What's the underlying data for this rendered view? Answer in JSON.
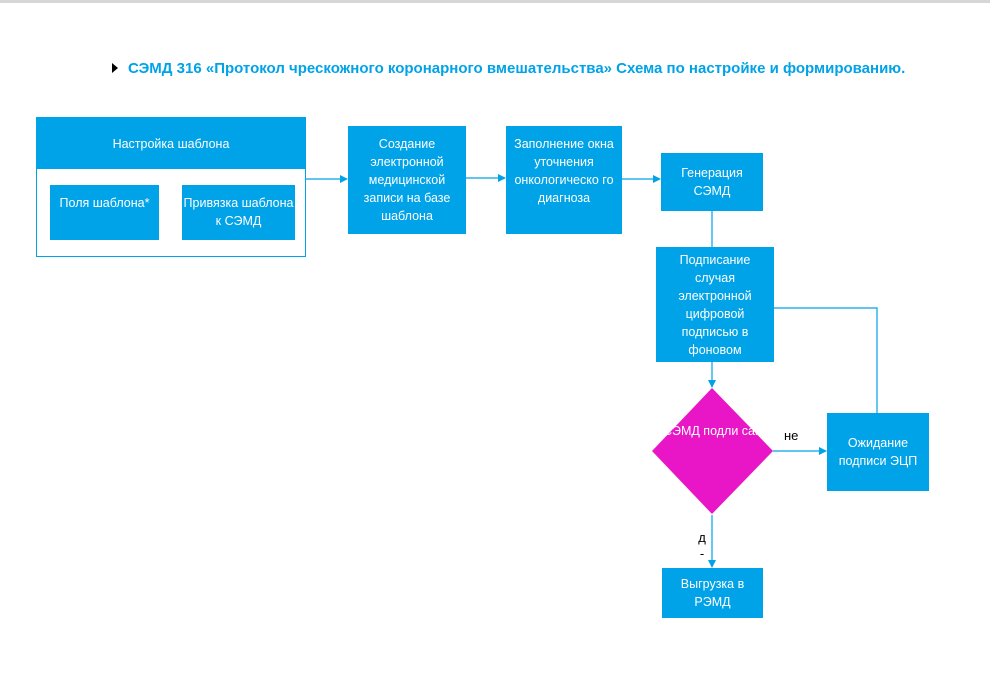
{
  "title": "СЭМД 316 «Протокол чрескожного коронарного вмешательства» Схема по настройке и формированию.",
  "colors": {
    "accent": "#00a2e8",
    "decision": "#e816c6",
    "line": "#00a2e8"
  },
  "nodes": {
    "template_setup": "Настройка шаблона",
    "template_fields": "Поля шаблона*",
    "template_binding": "Привязка шаблона к СЭМД",
    "create_record": "Создание электронной медицинской записи на базе шаблона",
    "fill_window": "Заполнение окна уточнения онкологическо го диагноза",
    "generate": "Генерация СЭМД",
    "sign": "Подписание случая электронной цифровой подписью в фоновом",
    "decision": "СЭМД подли сан",
    "wait_sign": "Ожидание подписи ЭЦП",
    "upload": "Выгрузка в РЭМД"
  },
  "edge_labels": {
    "no": "не",
    "yes": "д -"
  }
}
